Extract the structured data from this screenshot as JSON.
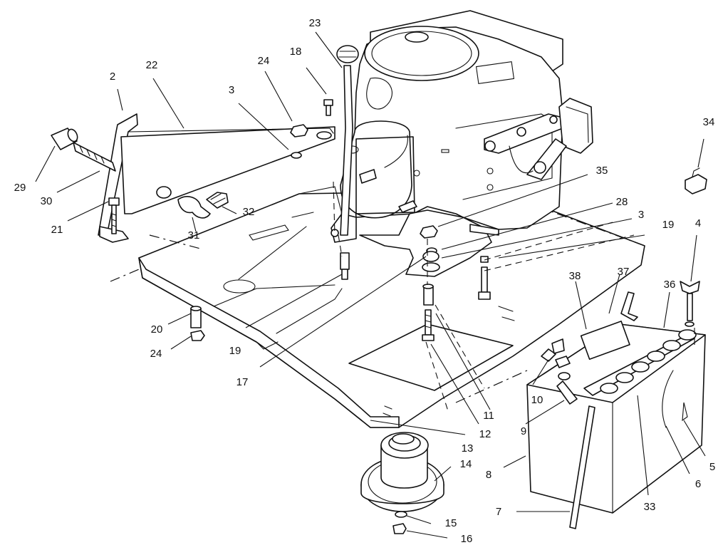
{
  "callouts": [
    {
      "id": "c2",
      "text": "2"
    },
    {
      "id": "c22",
      "text": "22"
    },
    {
      "id": "c3a",
      "text": "3"
    },
    {
      "id": "c24a",
      "text": "24"
    },
    {
      "id": "c18",
      "text": "18"
    },
    {
      "id": "c23",
      "text": "23"
    },
    {
      "id": "c34",
      "text": "34"
    },
    {
      "id": "c35",
      "text": "35"
    },
    {
      "id": "c28",
      "text": "28"
    },
    {
      "id": "c3b",
      "text": "3"
    },
    {
      "id": "c19a",
      "text": "19"
    },
    {
      "id": "c4",
      "text": "4"
    },
    {
      "id": "c29",
      "text": "29"
    },
    {
      "id": "c30",
      "text": "30"
    },
    {
      "id": "c21",
      "text": "21"
    },
    {
      "id": "c32",
      "text": "32"
    },
    {
      "id": "c31",
      "text": "31"
    },
    {
      "id": "c38",
      "text": "38"
    },
    {
      "id": "c37",
      "text": "37"
    },
    {
      "id": "c36",
      "text": "36"
    },
    {
      "id": "c20",
      "text": "20"
    },
    {
      "id": "c24b",
      "text": "24"
    },
    {
      "id": "c19b",
      "text": "19"
    },
    {
      "id": "c17",
      "text": "17"
    },
    {
      "id": "c10",
      "text": "10"
    },
    {
      "id": "c11",
      "text": "11"
    },
    {
      "id": "c9",
      "text": "9"
    },
    {
      "id": "c13",
      "text": "13"
    },
    {
      "id": "c12",
      "text": "12"
    },
    {
      "id": "c14",
      "text": "14"
    },
    {
      "id": "c8",
      "text": "8"
    },
    {
      "id": "c5",
      "text": "5"
    },
    {
      "id": "c6",
      "text": "6"
    },
    {
      "id": "c33",
      "text": "33"
    },
    {
      "id": "c7",
      "text": "7"
    },
    {
      "id": "c15",
      "text": "15"
    },
    {
      "id": "c16",
      "text": "16"
    }
  ]
}
